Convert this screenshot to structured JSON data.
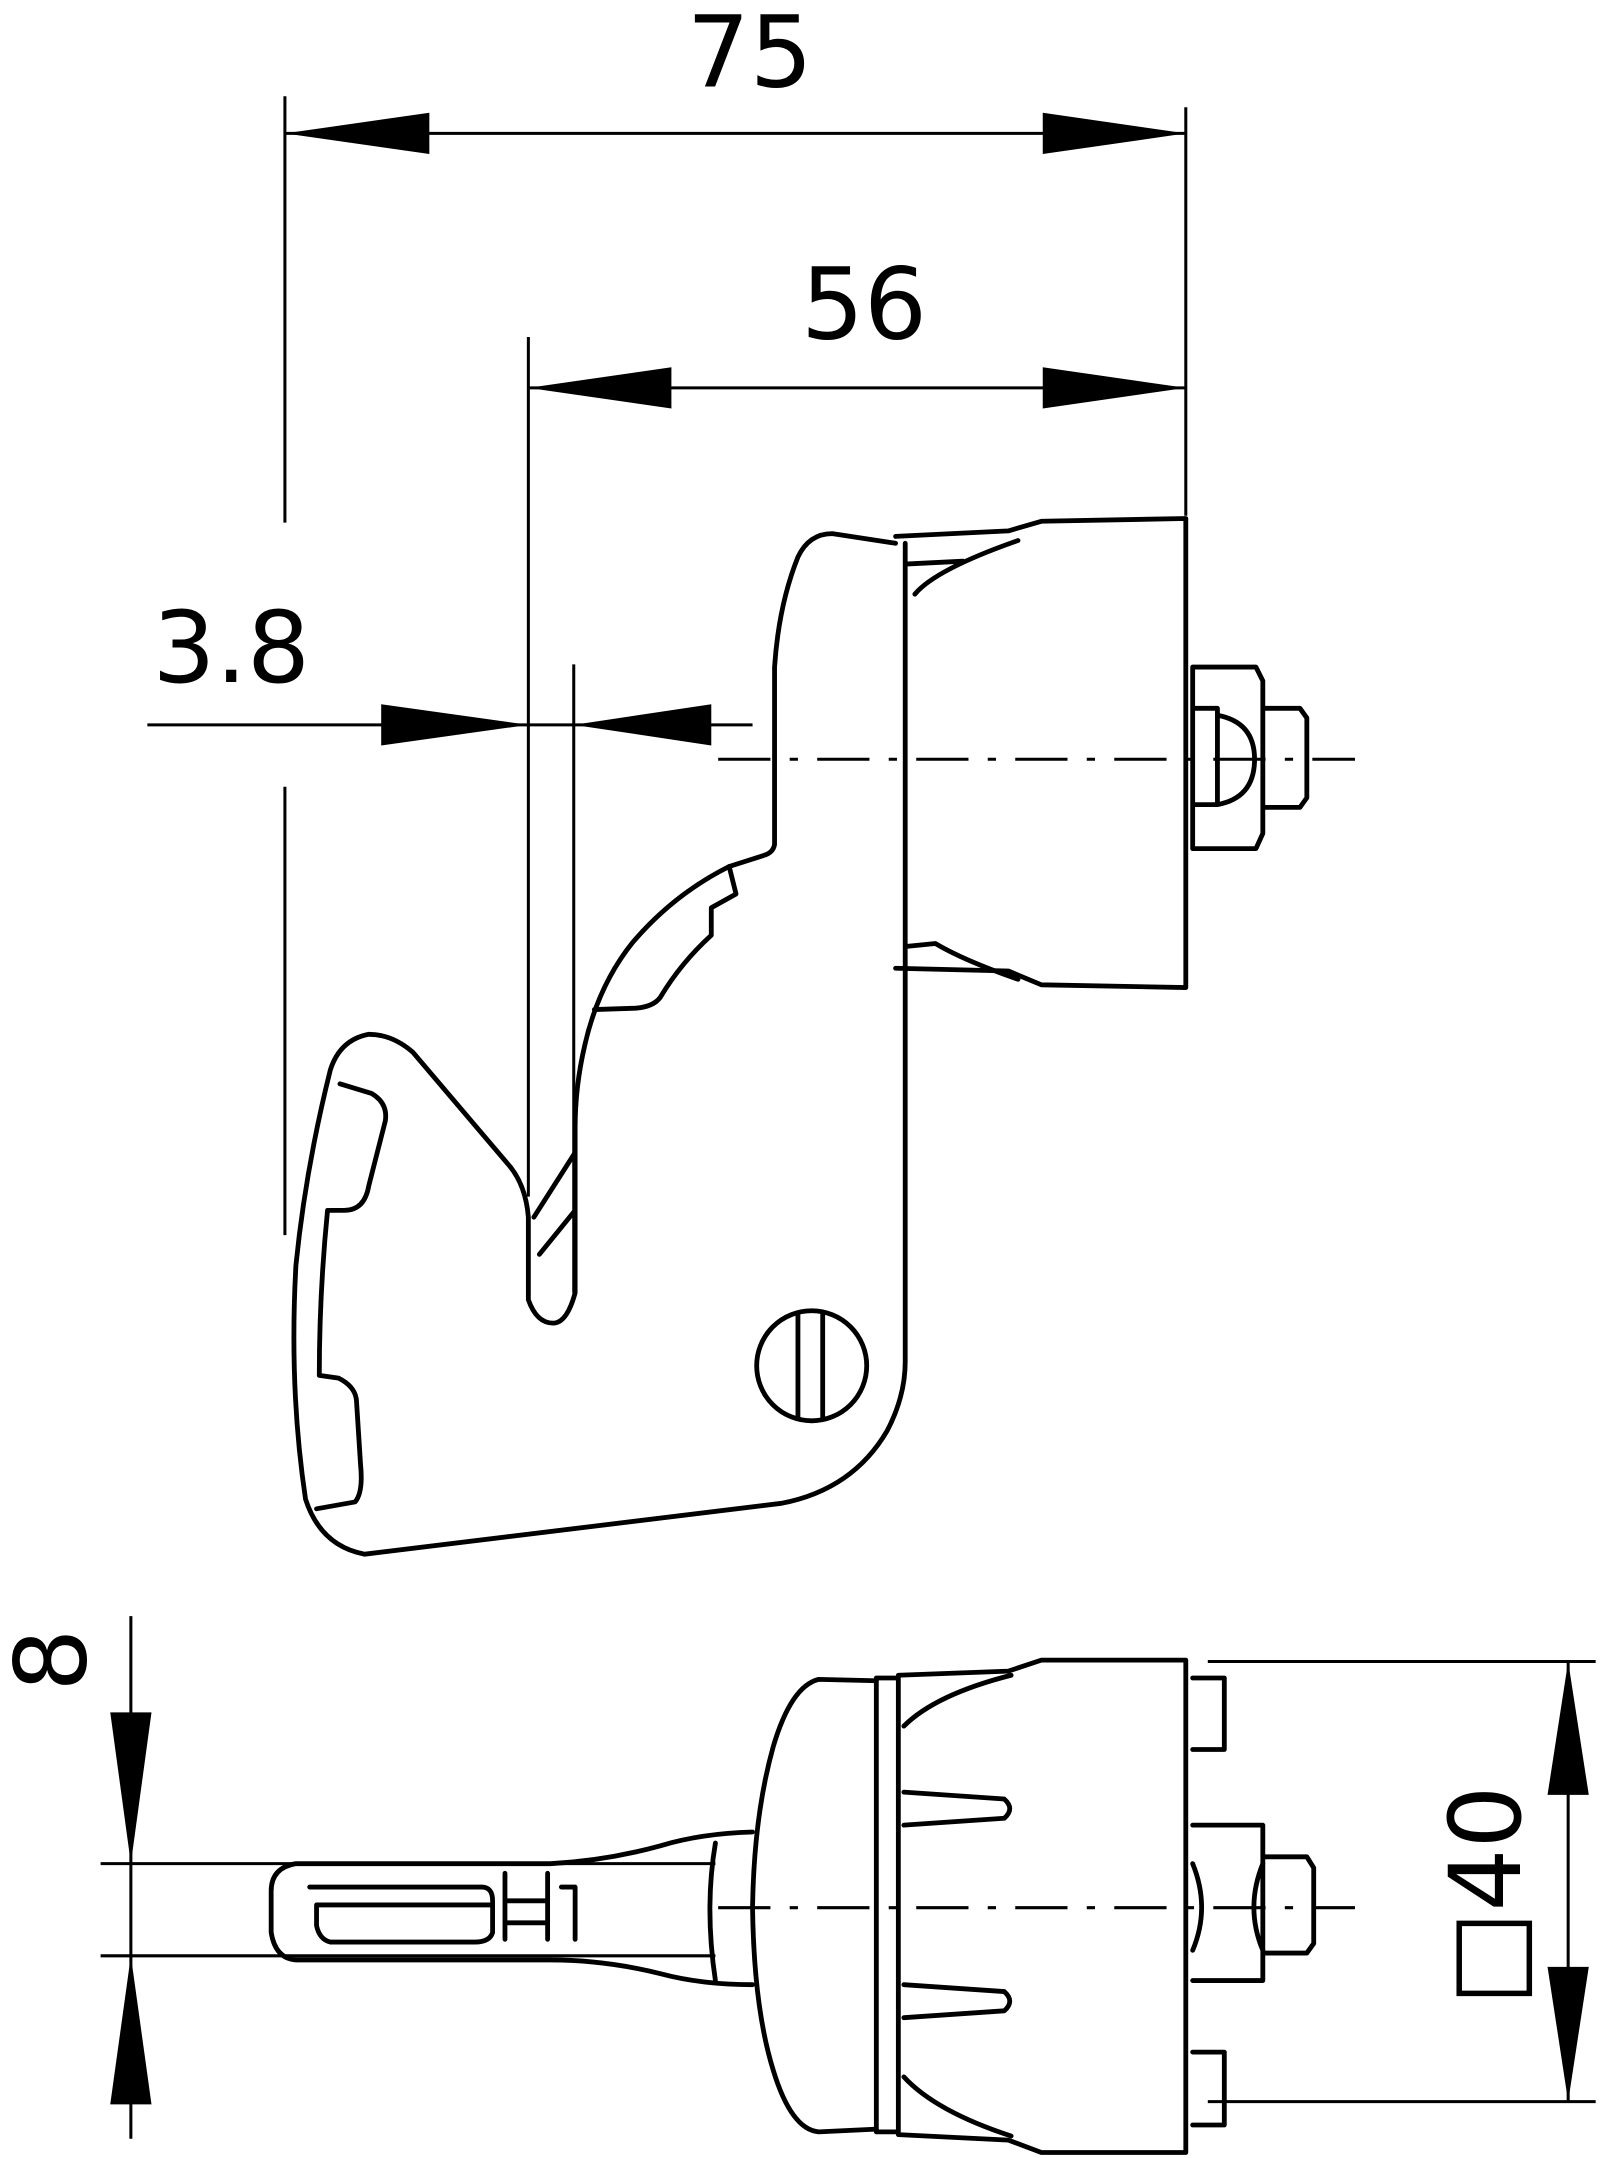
{
  "dimensions": {
    "overall_length": "75",
    "head_length": "56",
    "key_offset": "3.8",
    "key_thickness": "8",
    "head_square": "□40"
  },
  "colors": {
    "line": "#000000",
    "background": "#ffffff"
  }
}
